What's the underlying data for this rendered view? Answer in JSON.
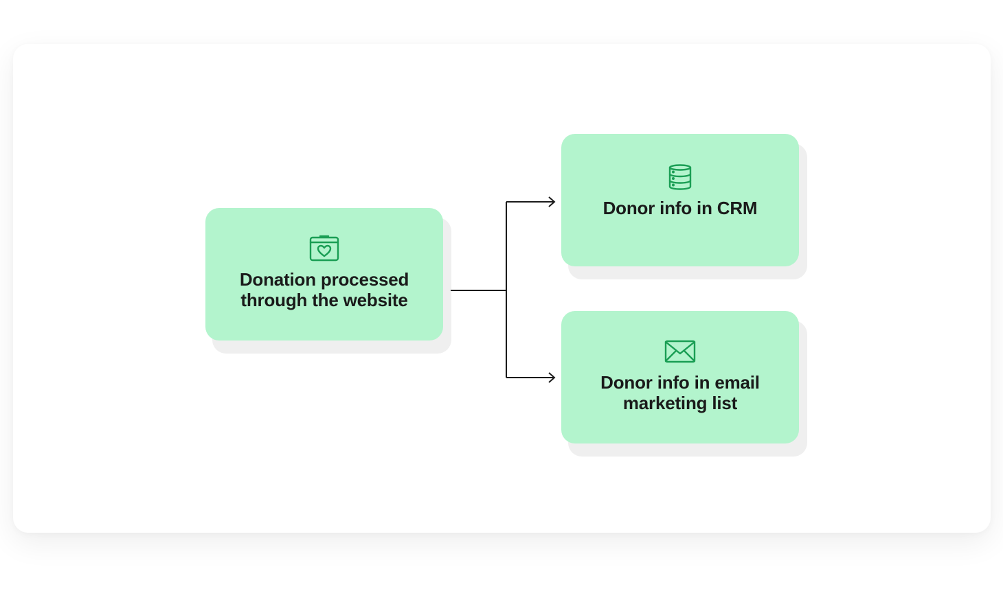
{
  "nodes": {
    "source": {
      "label_lines": [
        "Donation processed",
        "through the website"
      ],
      "icon": "donation-box-heart-icon"
    },
    "crm": {
      "label_lines": [
        "Donor info in CRM"
      ],
      "icon": "database-icon"
    },
    "email": {
      "label_lines": [
        "Donor info in email",
        "marketing list"
      ],
      "icon": "envelope-icon"
    }
  },
  "colors": {
    "node_fill": "#b3f4cd",
    "icon_stroke": "#1a9e54",
    "connector": "#1a1a1a",
    "text": "#1a1a1a"
  }
}
